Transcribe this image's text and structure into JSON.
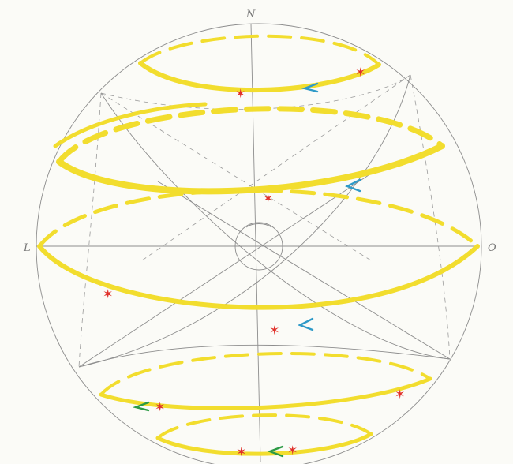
{
  "labels": {
    "top": "N",
    "left": "L",
    "right": "O"
  },
  "colors": {
    "paper": "#fbfbf7",
    "path": "#f2dd2e",
    "star": "#e0302a",
    "arrow_blue": "#2f9ac8",
    "arrow_green": "#2c9a45",
    "pencil": "#8d8d8d"
  },
  "icons": {
    "marker": "red-star-icon",
    "direction": "arrow-left-icon"
  }
}
